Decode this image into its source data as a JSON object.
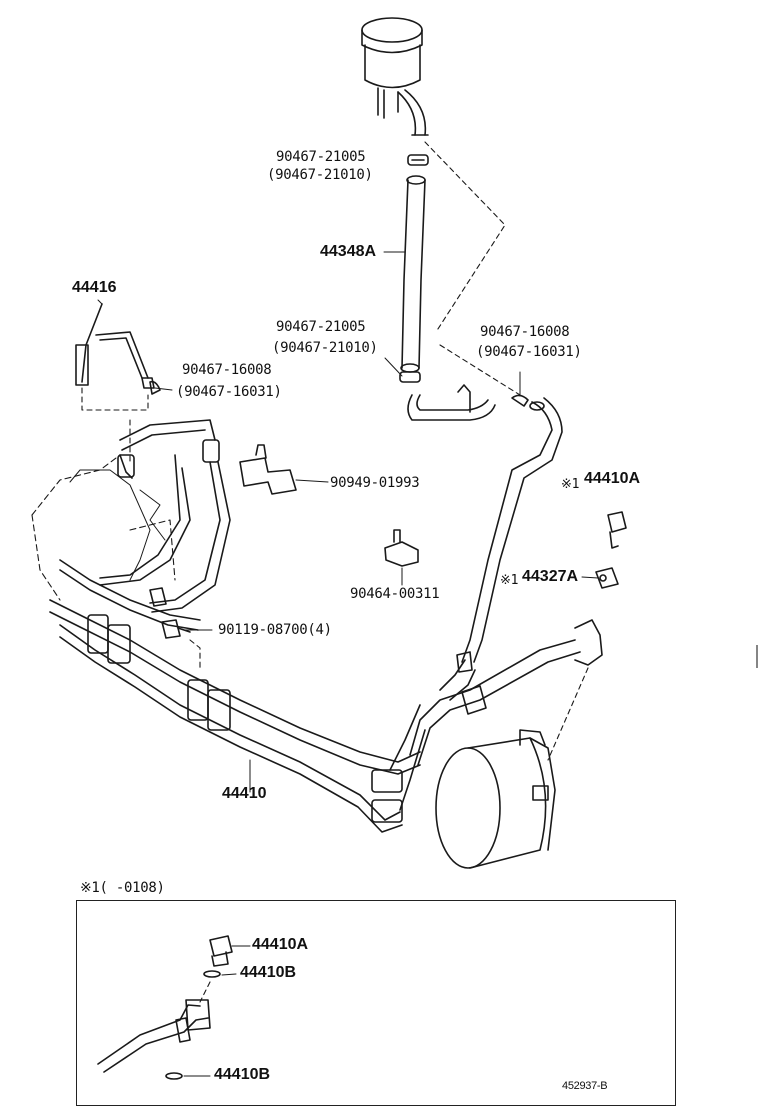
{
  "labels": {
    "clamp_upper": "90467-21005",
    "clamp_upper_alt": "(90467-21010)",
    "hose_return": "44348A",
    "tube_44416": "44416",
    "clamp_left": "90467-16008",
    "clamp_left_alt": "(90467-16031)",
    "clamp_mid": "90467-21005",
    "clamp_mid_alt": "(90467-21010)",
    "clamp_right": "90467-16008",
    "clamp_right_alt": "(90467-16031)",
    "clamp_09": "90949-01993",
    "union_bolt_mark": "※1",
    "union_bolt": "44410A",
    "clamp_464": "90464-00311",
    "gasket_mark": "※1",
    "gasket": "44327A",
    "bolt": "90119-08700(4)",
    "pressure_tube": "44410",
    "inset_note": "※1(    -0108)",
    "inset_bolt": "44410A",
    "inset_gasket_top": "44410B",
    "inset_gasket_bottom": "44410B",
    "diagram_number": "452937-B"
  }
}
